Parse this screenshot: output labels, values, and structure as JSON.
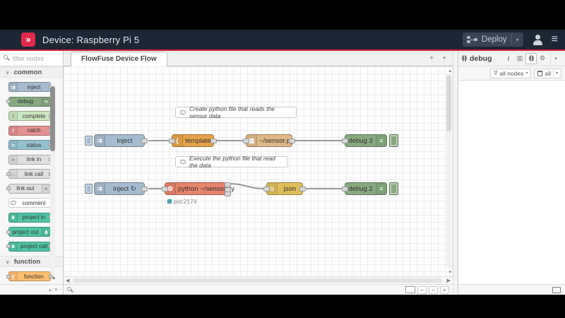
{
  "colors": {
    "accent_red": "#d6213f",
    "header_bg": "#1d2633",
    "deploy_button_bg": "#3a4354",
    "node_inject": "#a6bbcf",
    "node_debug": "#87a980",
    "node_complete": "#cbe6c0",
    "node_catch": "#e49191",
    "node_status": "#94c1d0",
    "node_link": "#e0e0e0",
    "node_comment": "#ffffff",
    "node_project": "#50c3a2",
    "node_function": "#fdbf71",
    "node_template": "#e6a24a",
    "node_file": "#deb887",
    "node_exec": "#e7846c",
    "node_json": "#debd5c",
    "status_dot": "#58a6c0",
    "wire": "#999999"
  },
  "icons": {
    "logo": "»",
    "inject": "⇉",
    "debug": "≡",
    "complete": "!",
    "catch": "!",
    "status": "≈",
    "link_in": "»",
    "link_call": "↔",
    "link_out": "«",
    "project": "⋔",
    "function": "ƒ",
    "template": "{",
    "file": "▤",
    "exec": "⚙",
    "json": "{}",
    "plus": "+",
    "caret_down": "▾",
    "chevron": "∨",
    "up": "▴",
    "down": "▾",
    "left": "◀",
    "right": "▶",
    "minus": "−",
    "zoom_reset": "○",
    "funnel": "∇",
    "info": "i",
    "book": "▥",
    "gear": "⚙",
    "menu": "≡"
  },
  "header": {
    "title": "Device: Raspberry Pi 5",
    "deploy_label": "Deploy"
  },
  "palette": {
    "search_placeholder": "filter nodes",
    "sections": [
      {
        "label": "common",
        "items": [
          {
            "label": "inject"
          },
          {
            "label": "debug"
          },
          {
            "label": "complete"
          },
          {
            "label": "catch"
          },
          {
            "label": "status"
          },
          {
            "label": "link in"
          },
          {
            "label": "link call"
          },
          {
            "label": "link out"
          },
          {
            "label": "comment"
          },
          {
            "label": "project in"
          },
          {
            "label": "project out"
          },
          {
            "label": "project call"
          }
        ]
      },
      {
        "label": "function",
        "items": [
          {
            "label": "function"
          }
        ]
      }
    ]
  },
  "tabs": {
    "active": "FlowFuse Device Flow"
  },
  "canvas": {
    "comments": [
      {
        "text": "Create python file that reads the sensor data"
      },
      {
        "text": "Execute the python file that read the data"
      }
    ],
    "nodes": [
      {
        "label": "inject"
      },
      {
        "label": "template"
      },
      {
        "label": "~/sensor.py"
      },
      {
        "label": "debug 3"
      },
      {
        "label": "inject ↻"
      },
      {
        "label": "python ~/sensor.py"
      },
      {
        "label": "json"
      },
      {
        "label": "debug 2"
      }
    ],
    "status_text": "pid:2174"
  },
  "sidebar": {
    "title": "debug",
    "filter_nodes": "all nodes",
    "trash_scope": "all"
  }
}
